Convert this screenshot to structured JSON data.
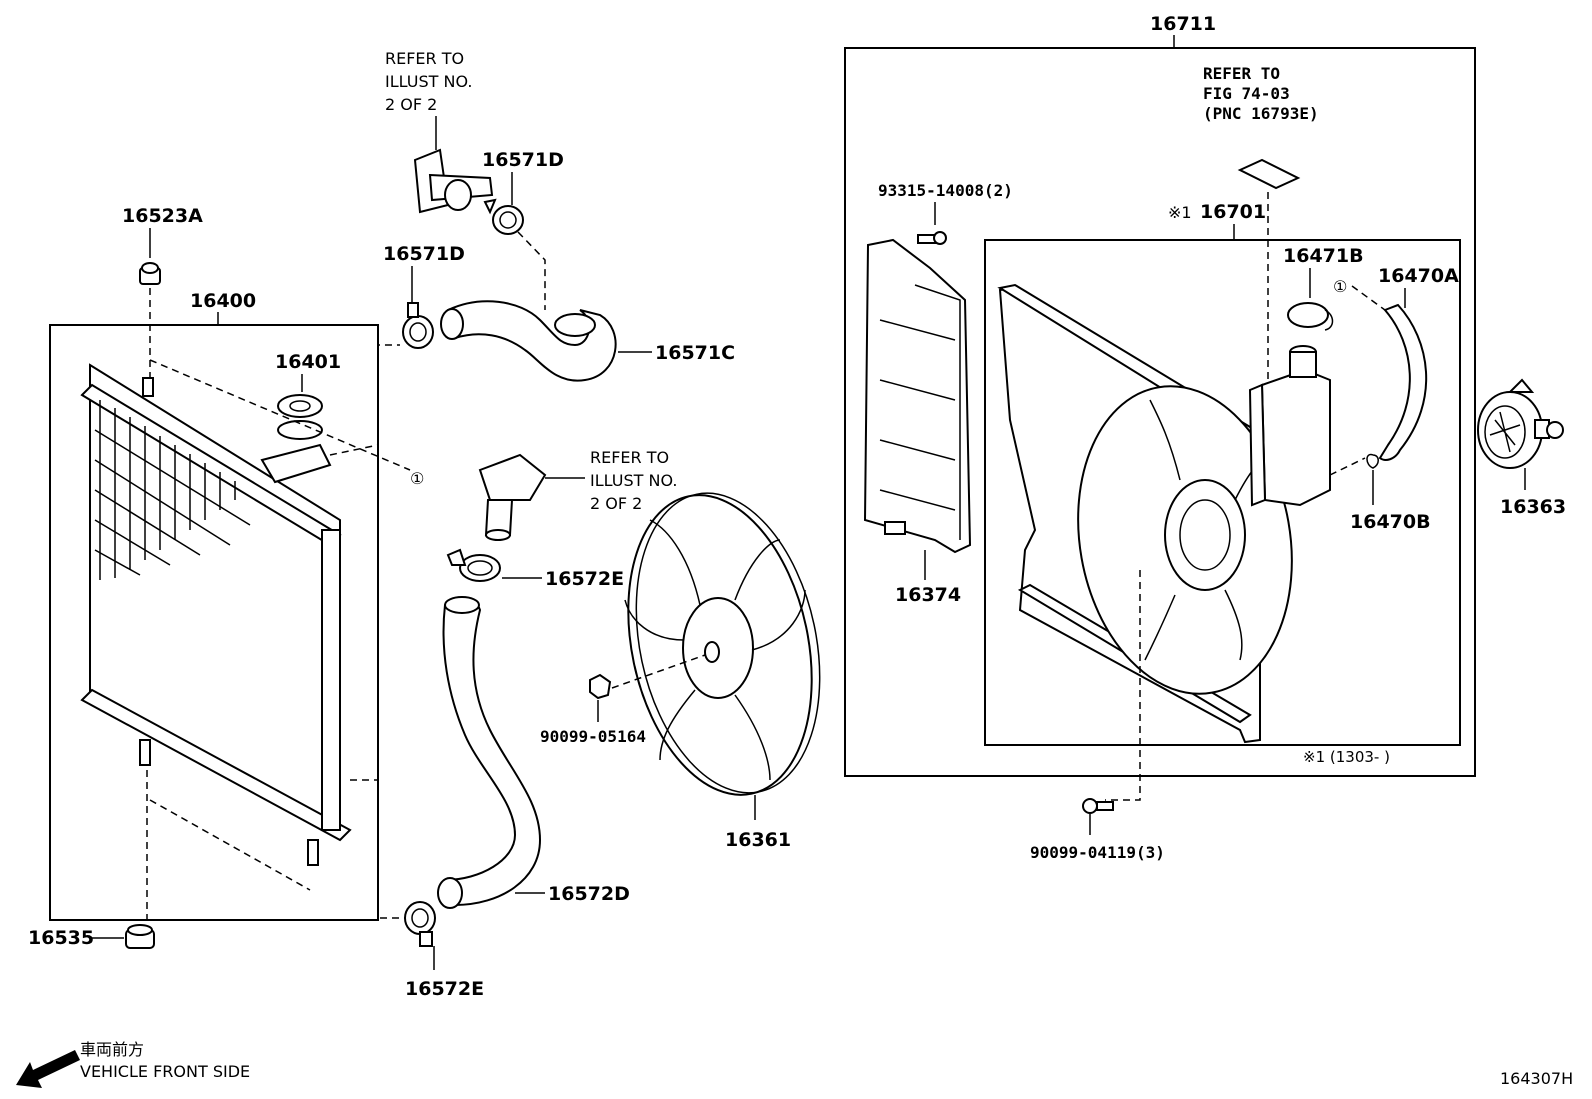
{
  "labels": {
    "p16711": "16711",
    "p16400": "16400",
    "p16523A": "16523A",
    "p16401": "16401",
    "p16535": "16535",
    "p16571D_top": "16571D",
    "p16571D_mid": "16571D",
    "p16571C": "16571C",
    "p16572E_top": "16572E",
    "p16572E_bot": "16572E",
    "p16572D": "16572D",
    "p16361": "16361",
    "p90099_05164": "90099-05164",
    "p93315_14008": "93315-14008(2)",
    "p16374": "16374",
    "p16701": "16701",
    "p16701_mark": "※1",
    "p16471B": "16471B",
    "p16470A": "16470A",
    "p16470B": "16470B",
    "p16363": "16363",
    "p90099_04119": "90099-04119(3)",
    "circle1": "①"
  },
  "notes": {
    "refer_top_1": "REFER TO",
    "refer_top_2": "ILLUST NO.",
    "refer_top_3": "2 OF 2",
    "refer_mid_1": "REFER TO",
    "refer_mid_2": "ILLUST NO.",
    "refer_mid_3": "2 OF 2",
    "refer_fig_1": "REFER TO",
    "refer_fig_2": "FIG 74-03",
    "refer_fig_3": "(PNC 16793E)",
    "footnote": "※1 (1303-       )"
  },
  "footer": {
    "jp": "車両前方",
    "en": "VEHICLE FRONT SIDE",
    "code": "164307H",
    "arrow_icon": "arrow-left-down-icon"
  }
}
